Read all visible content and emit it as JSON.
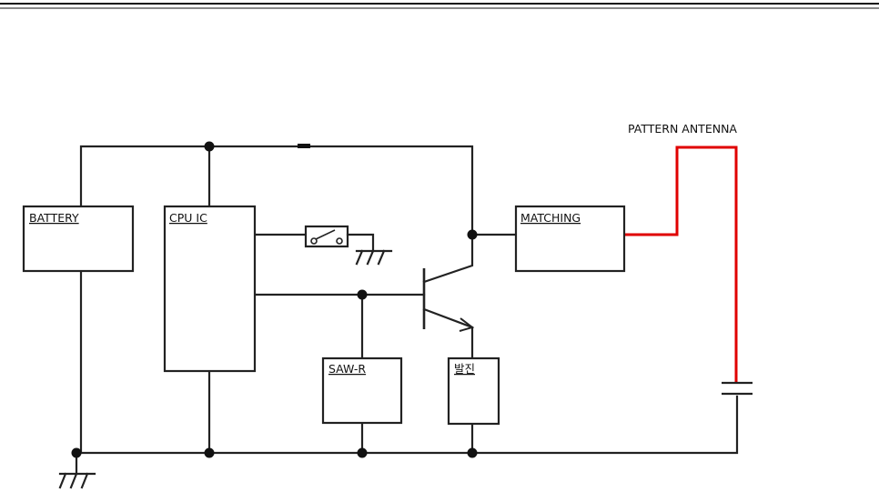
{
  "diagram": {
    "antenna_label": "PATTERN ANTENNA",
    "blocks": {
      "battery": "BATTERY",
      "cpu_ic": "CPU IC",
      "matching": "MATCHING",
      "saw_r": "SAW-R",
      "oscillator": "발진"
    },
    "colors": {
      "wire": "#222222",
      "antenna": "#e00000"
    },
    "icons": [
      "switch-icon",
      "ground-icon",
      "transistor-icon",
      "capacitor-icon"
    ]
  }
}
